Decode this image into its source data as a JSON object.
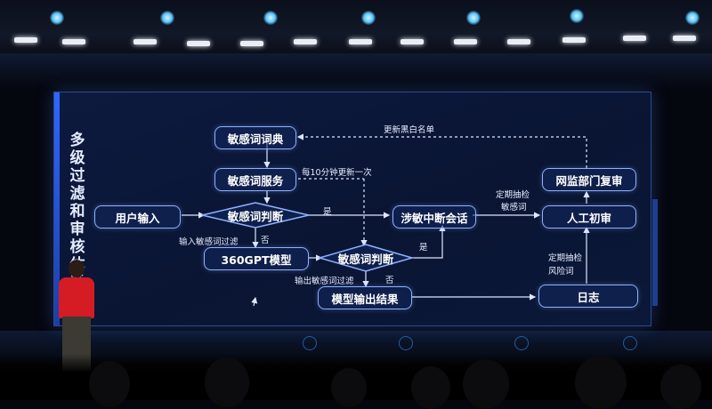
{
  "slide": {
    "title": "多级过滤和审核体系",
    "nodes": {
      "sensitive_dict": "敏感词词典",
      "sensitive_service": "敏感词服务",
      "user_input": "用户输入",
      "judge1": "敏感词判断",
      "model": "360GPT模型",
      "judge2": "敏感词判断",
      "output": "模型输出结果",
      "interrupt": "涉敏中断会话",
      "net_review": "网监部门复审",
      "manual_review": "人工初审",
      "log": "日志"
    },
    "edge_labels": {
      "update_blacklist": "更新黑白名单",
      "update_10min": "每10分钟更新一次",
      "yes1": "是",
      "no1": "否",
      "input_filter": "输入敏感词过滤",
      "yes2": "是",
      "no2": "否",
      "output_filter": "输出敏感词过滤",
      "periodic_check_1": "定期抽检",
      "sensitive_words": "敏感词",
      "periodic_check_2": "定期抽检",
      "risk_words": "风险词"
    }
  },
  "colors": {
    "screen_bg": "#0b1838",
    "node_border": "#8fb1ff",
    "arrow": "#dfe7ff",
    "speaker_shirt": "#d51c24"
  }
}
